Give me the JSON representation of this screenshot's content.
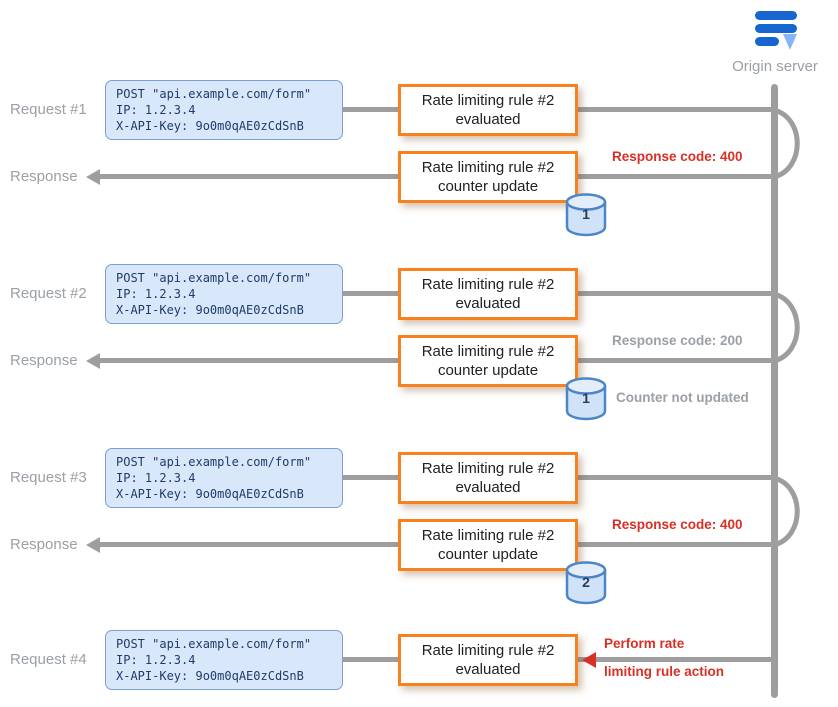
{
  "endpoint": {
    "label": "Origin server",
    "icon": "server-icon"
  },
  "payload": {
    "line1": "POST \"api.example.com/form\"",
    "line2": "IP: 1.2.3.4",
    "line3": "X-API-Key: 9o0m0qAE0zCdSnB"
  },
  "rule_boxes": {
    "evaluated_title": "Rate limiting rule #2",
    "evaluated_sub": "evaluated",
    "counter_title": "Rate limiting rule #2",
    "counter_sub": "counter update"
  },
  "lanes": {
    "request1": "Request #1",
    "response1": "Response",
    "request2": "Request #2",
    "response2": "Response",
    "request3": "Request #3",
    "response3": "Response",
    "request4": "Request #4"
  },
  "annotations": {
    "response1_code": "Response code: 400",
    "response2_code": "Response code: 200",
    "response2_note": "Counter not updated",
    "response3_code": "Response code: 400",
    "action_line1": "Perform rate",
    "action_line2": "limiting rule action"
  },
  "counters": {
    "after_request1": "1",
    "after_request2": "1",
    "after_request3": "2"
  },
  "colors": {
    "orange": "#f6821f",
    "red": "#d93025",
    "gray_text": "#9aa0a6",
    "line_gray": "#9e9e9e",
    "payload_bg": "#d9e7fb",
    "payload_border": "#7aa0d4",
    "payload_text": "#1f3c68",
    "db_fill": "#cfe2f7",
    "db_stroke": "#4d86c6"
  }
}
